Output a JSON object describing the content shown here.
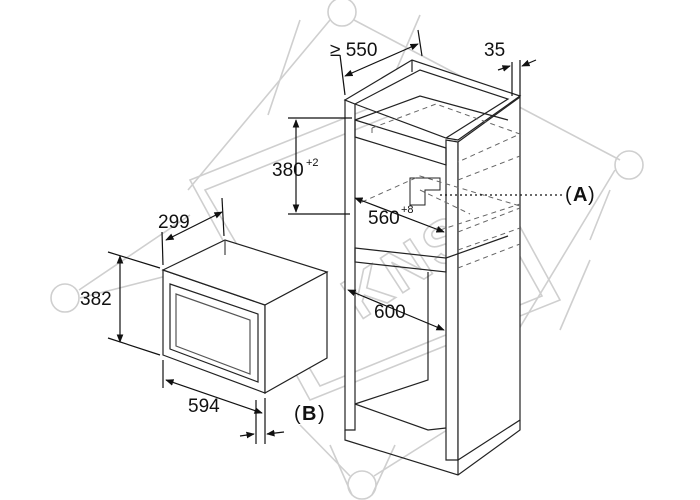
{
  "dimensions": {
    "niche_depth": "≥ 550",
    "side_gap": "35",
    "niche_height": "380",
    "niche_height_tol": "+2",
    "niche_width": "560",
    "niche_width_tol": "+8",
    "cabinet_width": "600",
    "appliance_depth": "299",
    "appliance_height": "382",
    "appliance_width": "594"
  },
  "labels": {
    "a_paren_open": "(",
    "a_letter": "A",
    "a_paren_close": ")",
    "b_paren_open": "(",
    "b_letter": "B",
    "b_paren_close": ")"
  },
  "watermark": {
    "text": "KNS"
  }
}
